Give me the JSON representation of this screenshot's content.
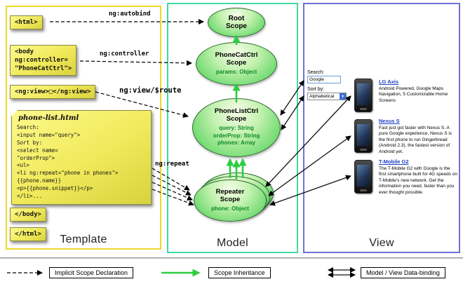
{
  "panels": {
    "template": "Template",
    "model": "Model",
    "view": "View"
  },
  "template": {
    "html_open": "<html>",
    "body_open": "<body\nng:controller=\n\"PhoneCatCtrl\">",
    "ng_view": "<ng:view>□</ng:view>",
    "body_close": "</body>",
    "html_close": "</html>",
    "phone_list": {
      "title": "phone-list.html",
      "lines": [
        "Search:",
        "<input name=\"query\">",
        "Sort by:",
        "<select name=",
        "\"orderProp\">",
        "<ul>",
        "<li ng:repeat=\"phone in phones\">",
        "{{phone.name}}",
        "<p>{{phone.snippet}}</p>",
        "</li>..."
      ]
    }
  },
  "annotations": {
    "autobind": "ng:autobind",
    "controller": "ng:controller",
    "view_route": "ng:view/$route",
    "repeat": "ng:repeat"
  },
  "scopes": {
    "root": {
      "title": "Root\nScope"
    },
    "phonecat": {
      "title": "PhoneCatCtrl\nScope",
      "props": "params: Object"
    },
    "phonelist": {
      "title": "PhoneListCtrl\nScope",
      "props": "query: String\norderProp: String\nphones: Array"
    },
    "repeater": {
      "title": "Repeater\nScope",
      "props": "phone: Object"
    }
  },
  "view": {
    "search_label": "Search:",
    "search_value": "Google",
    "sort_label": "Sort by:",
    "sort_value": "Alphabetical",
    "phones": [
      {
        "name": "LG Axis",
        "desc": "Android Powered, Google Maps Navigation, 5 Customizable Home Screens"
      },
      {
        "name": "Nexus S",
        "desc": "Fast just got faster with Nexus S. A pure Google experience, Nexus S is the first phone to run Gingerbread (Android 2.3), the fastest version of Android yet."
      },
      {
        "name": "T-Mobile G2",
        "desc": "The T-Mobile G2 with Google is the first smartphone built for 4G speeds on T-Mobile's new network. Get the information you need, faster than you ever thought possible."
      }
    ]
  },
  "legend": {
    "implicit": "Implicit Scope Declaration",
    "inheritance": "Scope Inheritance",
    "binding": "Model / View Data-binding"
  },
  "colors": {
    "template_border": "#ecd92b",
    "model_border": "#3fd9a4",
    "view_border": "#6f6fd8",
    "scope_green": "#52c852",
    "inheritance_green": "#2ecc40",
    "note_yellow": "#f0e95a",
    "link_blue": "#1a3fc4"
  }
}
